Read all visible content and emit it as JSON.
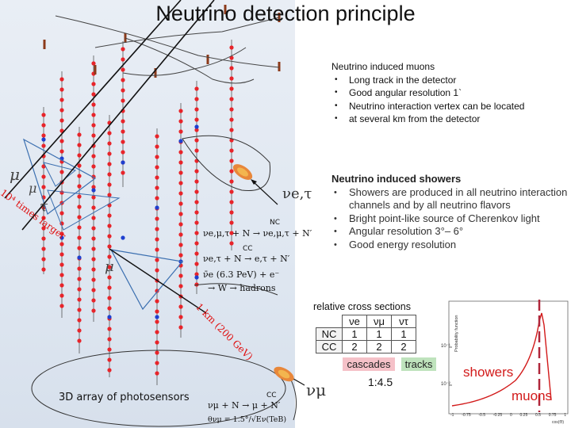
{
  "title": "Neutrino detection principle",
  "muons_section": {
    "heading": "Neutrino induced muons",
    "bullets": [
      "Long track in the detector",
      "Good angular resolution 1`",
      "Neutrino interaction vertex can be located",
      "at several km from the detector"
    ]
  },
  "showers_section": {
    "heading": "Neutrino induced showers",
    "bullets": [
      "Showers are produced in all neutrino interaction channels and by all neutrino flavors",
      "Bright point-like source of Cherenkov light",
      "Angular resolution 3°– 6°",
      "Good energy resolution"
    ]
  },
  "cross_sections": {
    "title": "relative cross sections",
    "columns": [
      "νe",
      "νμ",
      "ντ"
    ],
    "rows": [
      {
        "label": "NC",
        "values": [
          "1",
          "1",
          "1"
        ]
      },
      {
        "label": "CC",
        "values": [
          "2",
          "2",
          "2"
        ]
      }
    ],
    "cascades_label": "cascades",
    "tracks_label": "tracks",
    "ratio": "1:4.5"
  },
  "plot": {
    "ylabel": "Probability function",
    "xlabel": "cos(Θ)",
    "y_ticks": [
      "10⁻¹",
      "10⁻²"
    ],
    "x_ticks": [
      "-1",
      "-0.75",
      "-0.5",
      "-0.25",
      "0",
      "0.25",
      "0.5",
      "0.75",
      "1"
    ],
    "showers_label": "showers",
    "muons_label": "muons"
  },
  "diagram": {
    "array_label": "3D array of photosensors",
    "mu_label": "μ",
    "tau_label": "τ",
    "nu_e_tau": "νe,τ",
    "nu_mu": "νμ",
    "times_larger": "10⁴ times larger",
    "distance": "1 km (200 GeV)",
    "nc_label": "NC",
    "cc_label": "CC",
    "eq_nc": "νe,μ,τ + N → νe,μ,τ + N′",
    "eq_cc": "νe,τ + N → e,τ + N′",
    "eq_glashow_1": "ν̄e (6.3 PeV) + e⁻",
    "eq_glashow_2": "→ W → hadrons",
    "eq_mu_cc": "νμ + N → μ + N′",
    "eq_angle": "θνμ = 1.5°/√Eν(TeB)",
    "cc_label_2": "CC"
  },
  "colors": {
    "sensor_red": "#e8242a",
    "sensor_blue": "#1e3fcf",
    "track": "#111111",
    "cone_blue": "#3b6fb0",
    "accent_red": "#d21a1a"
  }
}
